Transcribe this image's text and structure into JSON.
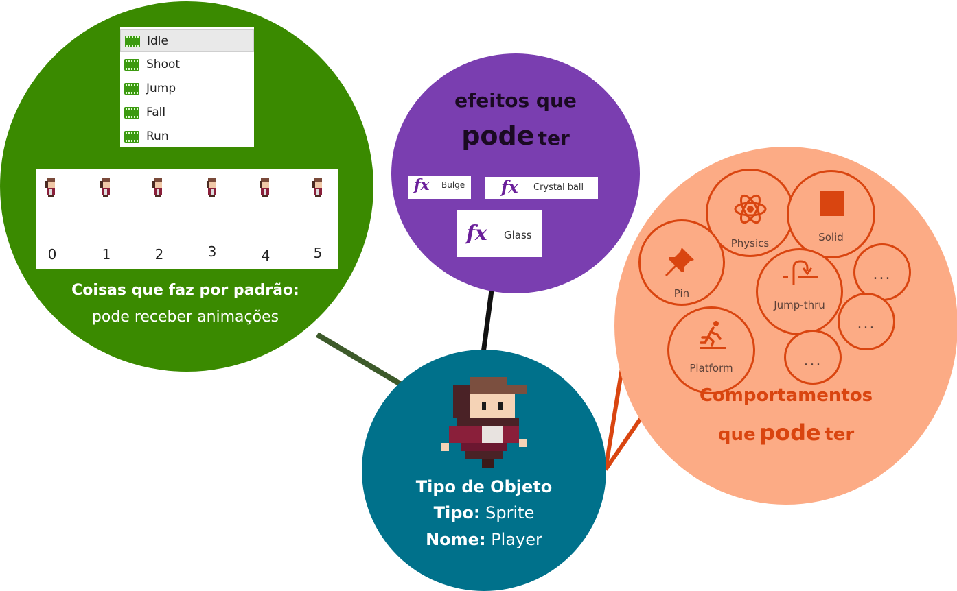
{
  "animations": {
    "items": [
      "Idle",
      "Shoot",
      "Jump",
      "Fall",
      "Run"
    ],
    "frames": [
      "0",
      "1",
      "2",
      "3",
      "4",
      "5"
    ]
  },
  "default_things": {
    "title": "Coisas que faz por padrão:",
    "subtitle": "pode receber animações"
  },
  "effects": {
    "heading_line1": "efeitos que",
    "heading_bold": "pode",
    "heading_rest": "ter",
    "fx_symbol": "fx",
    "items": [
      "Bulge",
      "Crystal ball",
      "Glass"
    ]
  },
  "behaviors": {
    "items": [
      "Physics",
      "Solid",
      "Pin",
      "Jump-thru",
      "Platform"
    ],
    "more": "...",
    "caption_line1": "Comportamentos",
    "caption_que": "que",
    "caption_bold": "pode",
    "caption_rest": "ter"
  },
  "object": {
    "title": "Tipo de Objeto",
    "type_label": "Tipo:",
    "type_value": "Sprite",
    "name_label": "Nome:",
    "name_value": "Player"
  },
  "colors": {
    "green": "#3a8a00",
    "purple": "#7a3eb0",
    "orange": "#fcab85",
    "orange_accent": "#d94510",
    "teal": "#00718b"
  }
}
